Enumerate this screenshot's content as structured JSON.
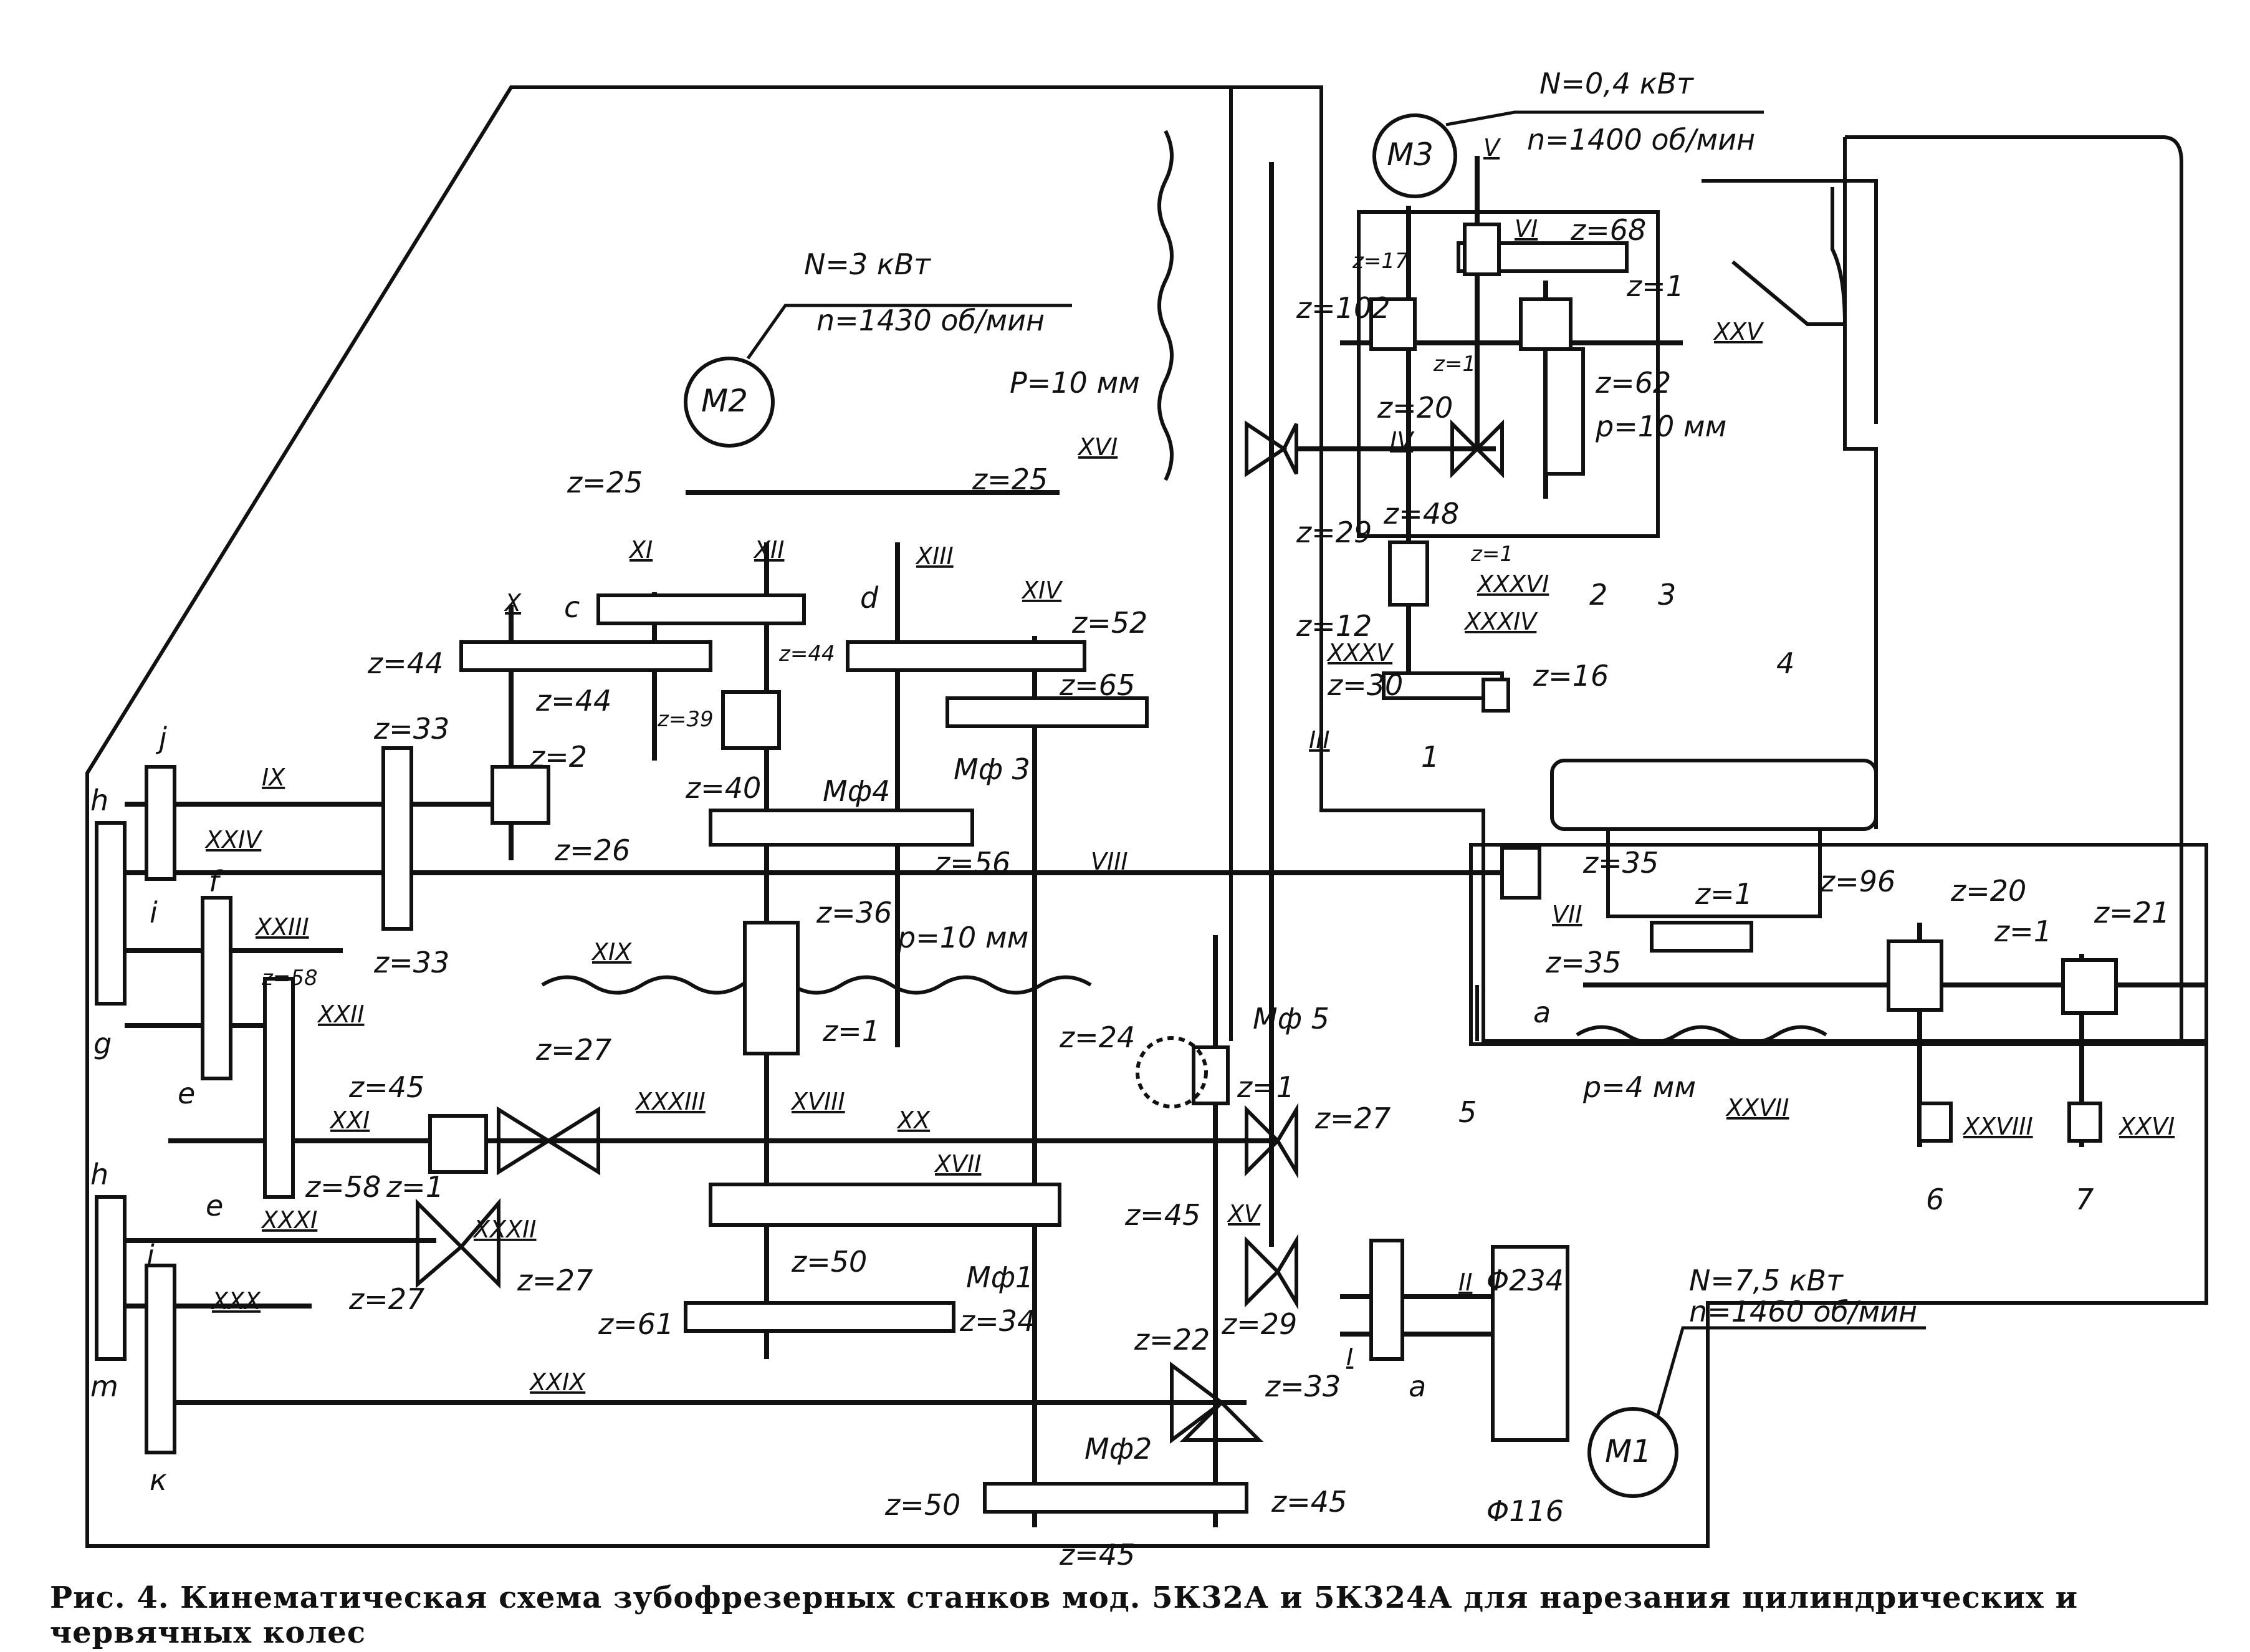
{
  "motors": {
    "m1": {
      "name": "M1",
      "power": "N=7,5 кВт",
      "speed": "n=1460 об/мин"
    },
    "m2": {
      "name": "M2",
      "power": "N=3 кВт",
      "speed": "n=1430 об/мин"
    },
    "m3": {
      "name": "M3",
      "power": "N=0,4 кВт",
      "speed": "n=1400 об/мин"
    }
  },
  "pulleys": {
    "large": "Φ234",
    "small": "Φ116"
  },
  "pitches": {
    "p10_m2": "P=10 мм",
    "p10_xix": "p=10 мм",
    "p10_m3": "p=10 мм",
    "p4": "p=4 мм"
  },
  "clutches": {
    "mf1": "Мф1",
    "mf2": "Мф2",
    "mf3": "Мф 3",
    "mf4": "Мф4",
    "mf5": "Мф 5"
  },
  "shafts": {
    "I": "I",
    "II": "II",
    "III": "III",
    "IV": "IV",
    "V": "V",
    "VI": "VI",
    "VII": "VII",
    "VIII": "VIII",
    "IX": "IX",
    "X": "X",
    "XI": "XI",
    "XII": "XII",
    "XIII": "XIII",
    "XIV": "XIV",
    "XV": "XV",
    "XVI": "XVI",
    "XVII": "XVII",
    "XVIII": "XVIII",
    "XIX": "XIX",
    "XX": "XX",
    "XXI": "XXI",
    "XXII": "XXII",
    "XXIII": "XXIII",
    "XXIV": "XXIV",
    "XXV": "XXV",
    "XXVI": "XXVI",
    "XXVII": "XXVII",
    "XXVIII": "XXVIII",
    "XXIX": "XXIX",
    "XXX": "XXX",
    "XXXI": "XXXI",
    "XXXII": "XXXII",
    "XXXIII": "XXXIII",
    "XXXIV": "XXXIV",
    "XXXV": "XXXV",
    "XXXVI": "XXXVI"
  },
  "gear_letters": {
    "a_lower": "a",
    "a_table": "a",
    "c": "c",
    "d": "d",
    "e1": "e",
    "e2": "e",
    "f": "f",
    "g": "g",
    "h1": "h",
    "h2": "h",
    "i1": "i",
    "i2": "i",
    "j": "j",
    "k": "к",
    "m": "m"
  },
  "parts": {
    "p1": "1",
    "p2": "2",
    "p3": "3",
    "p4": "4",
    "p5": "5",
    "p6": "6",
    "p7": "7"
  },
  "gears": {
    "z25a": "z=25",
    "z25b": "z=25",
    "z44a": "z=44",
    "z44b": "z=44",
    "z44c": "z=44",
    "z39": "z=39",
    "z40": "z=40",
    "z52": "z=52",
    "z65": "z=65",
    "z33a": "z=33",
    "z33b": "z=33",
    "z2": "z=2",
    "z26": "z=26",
    "z56": "z=56",
    "z36": "z=36",
    "z1_xix": "z=1",
    "z58a": "z=58",
    "z58b": "z=58",
    "z45a": "z=45",
    "z1_xxi": "z=1",
    "z27a": "z=27",
    "z27b": "z=27",
    "z27c": "z=27",
    "z27d": "z=27",
    "z24": "z=24",
    "z1_mf5": "z=1",
    "z45b": "z=45",
    "z50a": "z=50",
    "z61": "z=61",
    "z34": "z=34",
    "z22": "z=22",
    "z33c": "z=33",
    "z29a": "z=29",
    "z50b": "z=50",
    "z45c": "z=45",
    "z45d": "z=45",
    "z102": "z=102",
    "z17": "z=17",
    "z1_iii": "z=1",
    "z20a": "z=20",
    "z29b": "z=29",
    "z48": "z=48",
    "z1_xxxvi": "z=1",
    "z12": "z=12",
    "z30": "z=30",
    "z16": "z=16",
    "z68": "z=68",
    "z1_xxv": "z=1",
    "z62": "z=62",
    "z35a": "z=35",
    "z35b": "z=35",
    "z1_vii": "z=1",
    "z96": "z=96",
    "z20b": "z=20",
    "z1_xxvii": "z=1",
    "z21": "z=21"
  },
  "caption": "Рис. 4. Кинематическая схема зубофрезерных станков мод. 5К32А и 5К324А для нарезания цилиндрических и червячных колес"
}
